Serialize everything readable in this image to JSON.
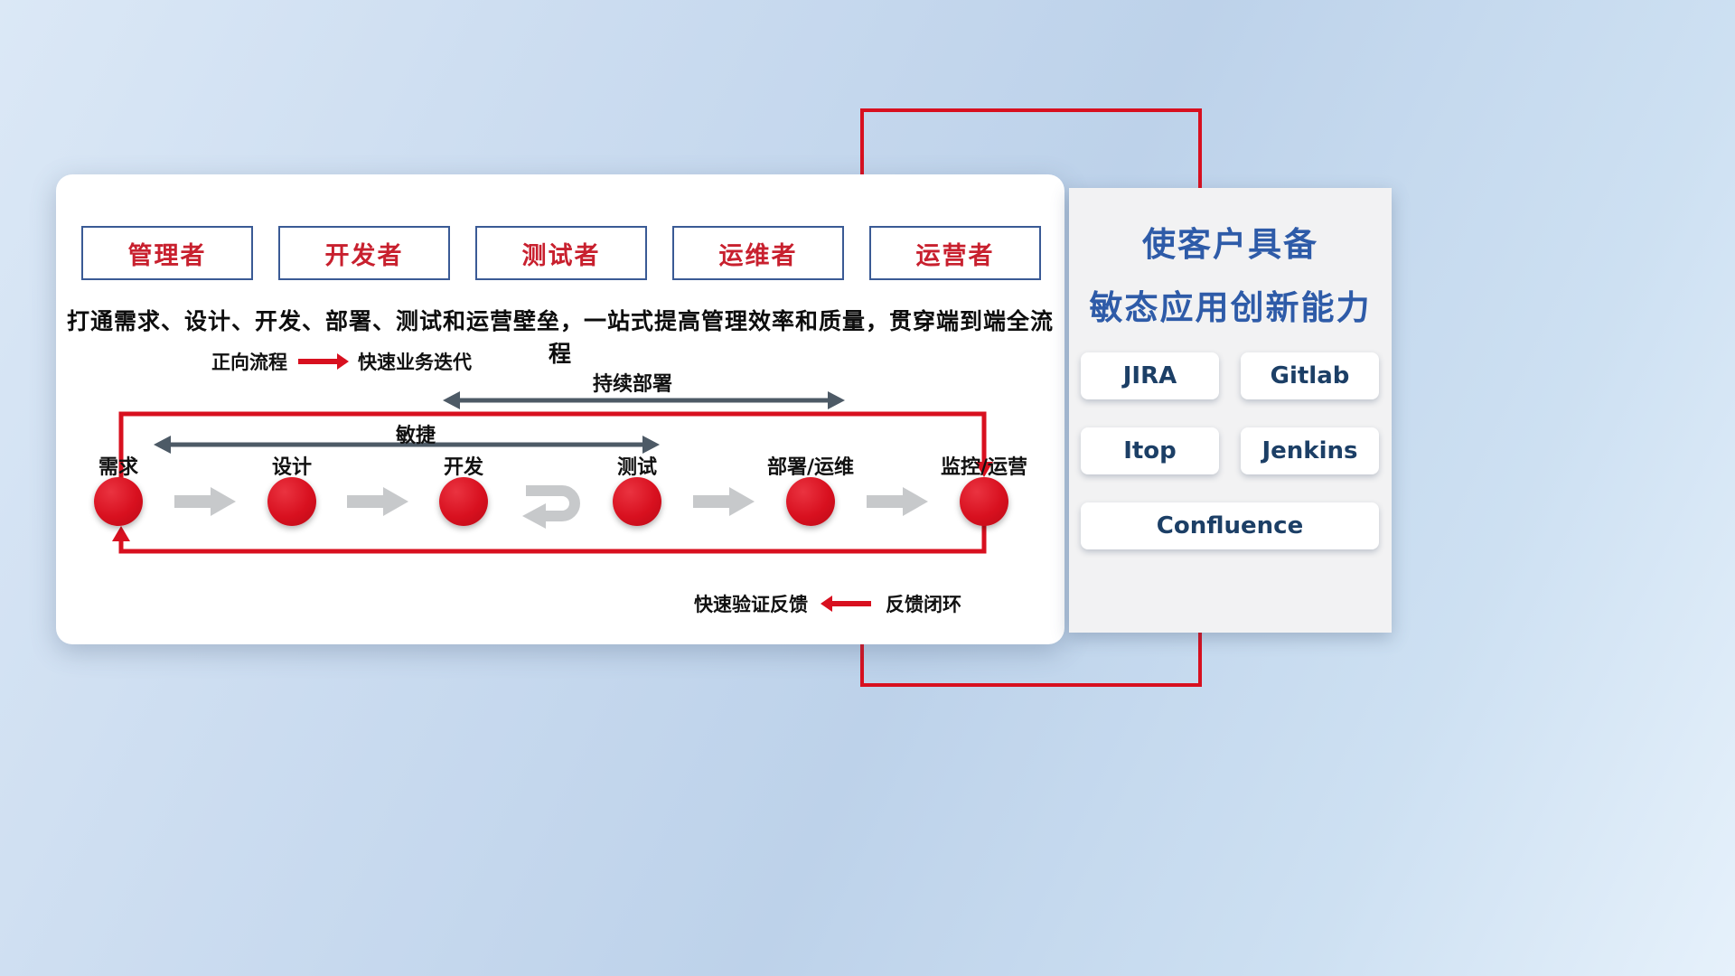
{
  "roles": [
    {
      "label": "管理者"
    },
    {
      "label": "开发者"
    },
    {
      "label": "测试者"
    },
    {
      "label": "运维者"
    },
    {
      "label": "运营者"
    }
  ],
  "panel": {
    "description": "打通需求、设计、开发、部署、测试和运营壁垒，一站式提高管理效率和质量，贯穿端到端全流程"
  },
  "legend": {
    "forward_label": "正向流程",
    "forward_desc": "快速业务迭代",
    "feedback_desc": "快速验证反馈",
    "feedback_label": "反馈闭环"
  },
  "flow": {
    "cd_label": "持续部署",
    "agile_label": "敏捷",
    "nodes": [
      {
        "label": "需求"
      },
      {
        "label": "设计"
      },
      {
        "label": "开发"
      },
      {
        "label": "测试"
      },
      {
        "label": "部署/运维"
      },
      {
        "label": "监控/运营"
      }
    ]
  },
  "tools": {
    "title_line1": "使客户具备",
    "title_line2": "敏态应用创新能力",
    "items": [
      {
        "label": "JIRA"
      },
      {
        "label": "Gitlab"
      },
      {
        "label": "Itop"
      },
      {
        "label": "Jenkins"
      },
      {
        "label": "Confluence"
      }
    ]
  },
  "colors": {
    "red": "#d8101f",
    "title_blue": "#2e5ba8",
    "tool_navy": "#1c3f66",
    "dark_arrow": "#4d5a66",
    "light_arrow": "#c7c9cb"
  }
}
